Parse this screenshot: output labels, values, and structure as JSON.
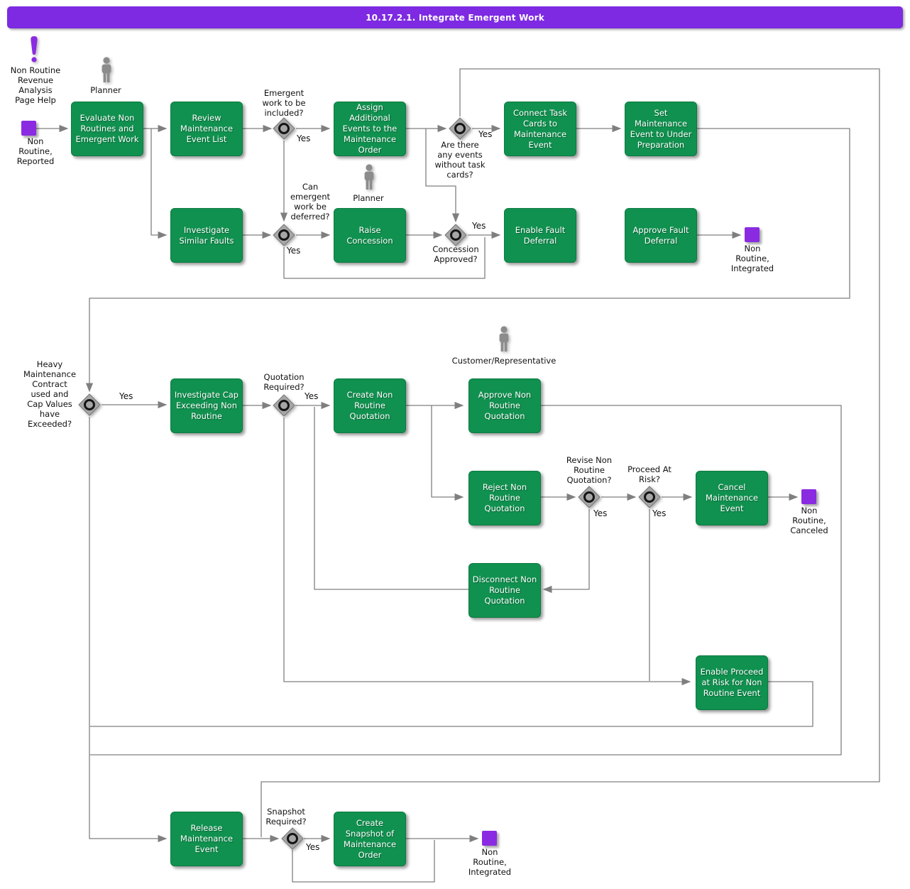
{
  "header": {
    "title": "10.17.2.1. Integrate Emergent Work"
  },
  "help": {
    "text": "Non Routine\nRevenue\nAnalysis\nPage Help"
  },
  "labels": {
    "yes": "Yes"
  },
  "actors": {
    "planner_top": "Planner",
    "planner_mid": "Planner",
    "customer": "Customer/Representative"
  },
  "tasks": {
    "evaluate": "Evaluate Non Routines and Emergent Work",
    "review": "Review Maintenance Event List",
    "assign": "Assign Additional Events to the Maintenance Order",
    "connect": "Connect Task Cards to Maintenance Event",
    "set_prep": "Set Maintenance Event to Under Preparation",
    "investigate_similar": "Investigate Similar Faults",
    "raise_concession": "Raise Concession",
    "enable_fault": "Enable Fault Deferral",
    "approve_fault": "Approve Fault Deferral",
    "investigate_cap": "Investigate Cap Exceeding Non Routine",
    "create_quotation": "Create Non Routine Quotation",
    "approve_quotation": "Approve Non Routine Quotation",
    "reject_quotation": "Reject Non Routine Quotation",
    "cancel_event": "Cancel Maintenance Event",
    "disconnect_quotation": "Disconnect Non Routine Quotation",
    "enable_proceed": "Enable Proceed at Risk for Non Routine Event",
    "release_event": "Release Maintenance Event",
    "create_snapshot": "Create Snapshot of Maintenance Order"
  },
  "gateways": {
    "emergent": "Emergent\nwork to be\nincluded?",
    "taskcards": "Are there\nany events\nwithout task\ncards?",
    "deferred": "Can\nemergent\nwork be\ndeferred?",
    "concession": "Concession\nApproved?",
    "heavy": "Heavy\nMaintenance\nContract\nused and\nCap Values\nhave\nExceeded?",
    "quotation": "Quotation\nRequired?",
    "revise": "Revise Non\nRoutine\nQuotation?",
    "proceed": "Proceed At\nRisk?",
    "snapshot": "Snapshot\nRequired?"
  },
  "events": {
    "start": "Non\nRoutine,\nReported",
    "integrated_top": "Non\nRoutine,\nIntegrated",
    "canceled": "Non\nRoutine,\nCanceled",
    "integrated_bottom": "Non\nRoutine,\nIntegrated"
  },
  "colors": {
    "task_green": "#10914F",
    "event_purple": "#8A2BE2",
    "header_purple": "#7D2AE2",
    "connector_gray": "#7F7F7F",
    "gateway_gray": "#A6A6A6"
  }
}
